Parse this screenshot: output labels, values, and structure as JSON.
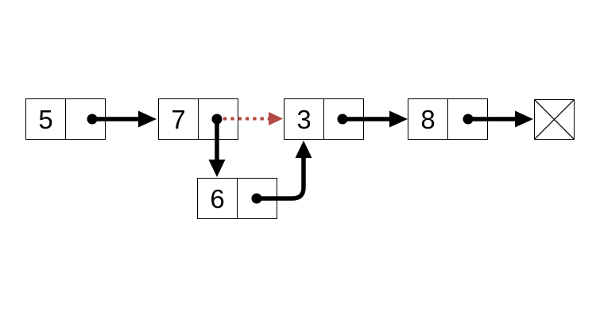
{
  "diagram": {
    "kind": "singly-linked-list-insertion",
    "background": "#ffffff",
    "colors": {
      "node_border": "#000000",
      "arrow": "#000000",
      "old_link_arrow": "#b04a44",
      "value_text": "#000000"
    },
    "nodes": {
      "n5": {
        "value": "5"
      },
      "n7": {
        "value": "7"
      },
      "n3": {
        "value": "3"
      },
      "n8": {
        "value": "8"
      },
      "n6": {
        "value": "6"
      }
    },
    "null_terminator": {
      "symbol": "crossed-box"
    },
    "links": [
      {
        "from": "5",
        "to": "7",
        "style": "solid-black"
      },
      {
        "from": "7",
        "to": "3",
        "style": "dotted-red-old-link"
      },
      {
        "from": "7",
        "to": "6",
        "style": "solid-black"
      },
      {
        "from": "6",
        "to": "3",
        "style": "solid-black-curved"
      },
      {
        "from": "3",
        "to": "8",
        "style": "solid-black"
      },
      {
        "from": "8",
        "to": "null",
        "style": "solid-black"
      }
    ]
  }
}
